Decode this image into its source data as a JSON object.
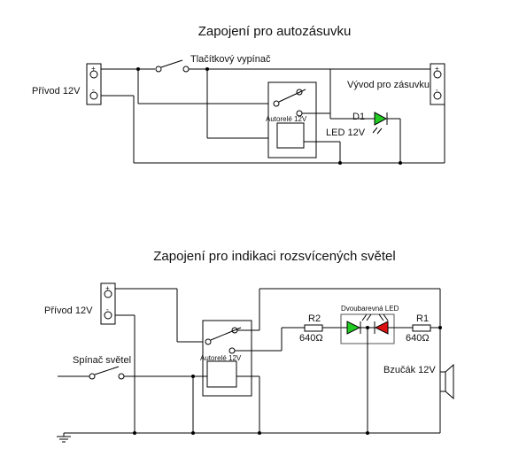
{
  "diagram1": {
    "title": "Zapojení pro autozásuvku",
    "supply_label": "Přívod 12V",
    "switch_label": "Tlačítkový vypínač",
    "relay_label": "Autorelé 12V",
    "diode_ref": "D1",
    "diode_label": "LED 12V",
    "output_label": "Vývod pro zásuvku",
    "plus_sign": "+",
    "minus_sign": "-"
  },
  "diagram2": {
    "title": "Zapojení pro indikaci rozsvícených světel",
    "supply_label": "Přívod 12V",
    "switch_label": "Spínač světel",
    "relay_label": "Autorelé 12V",
    "bicolor_led_label": "Dvoubarevná LED",
    "r2_ref": "R2",
    "r2_value": "640Ω",
    "r1_ref": "R1",
    "r1_value": "640Ω",
    "buzzer_label": "Bzučák 12V",
    "plus_sign": "+",
    "minus_sign": "-"
  },
  "colors": {
    "led_green": "#22cc22",
    "led_red": "#dd1111",
    "wire": "#000000"
  }
}
